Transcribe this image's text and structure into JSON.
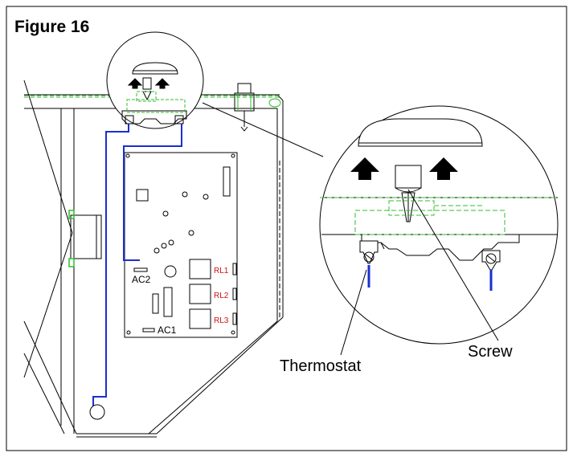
{
  "figure": {
    "title": "Figure 16"
  },
  "board": {
    "label_ac1": "AC1",
    "label_ac2": "AC2",
    "relays": [
      "RL1",
      "RL2",
      "RL3"
    ]
  },
  "callouts": {
    "thermostat": "Thermostat",
    "screw": "Screw"
  },
  "colors": {
    "wire": "#1a2fd0",
    "dashed": "#2fbf2f",
    "relay_label": "#d01010",
    "frame": "#000000"
  }
}
